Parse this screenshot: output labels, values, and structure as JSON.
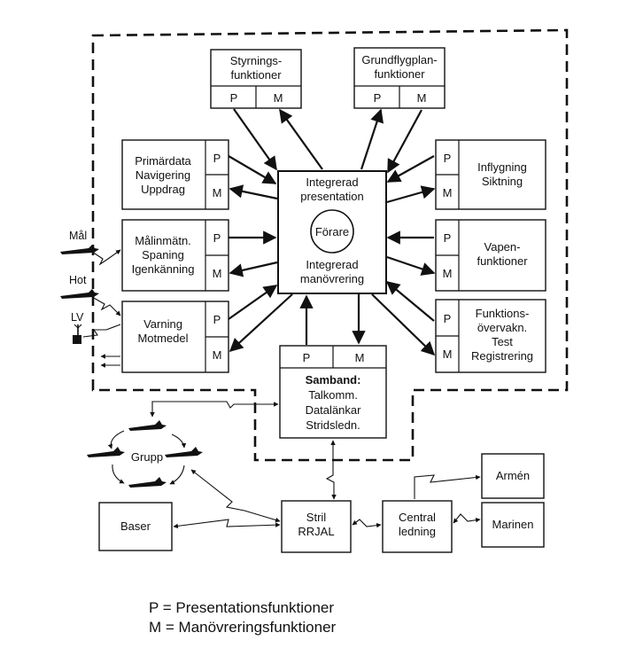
{
  "modules": {
    "styrning": [
      "Styrnings-",
      "funktioner"
    ],
    "grundflyg": [
      "Grundflygplan-",
      "funktioner"
    ],
    "primardata": [
      "Primärdata",
      "Navigering",
      "Uppdrag"
    ],
    "malinmatn": [
      "Målinmätn.",
      "Spaning",
      "Igenkänning"
    ],
    "varning": [
      "Varning",
      "Motmedel"
    ],
    "inflygning": [
      "Inflygning",
      "Siktning"
    ],
    "vapen": [
      "Vapen-",
      "funktioner"
    ],
    "funktions": [
      "Funktions-",
      "övervakn.",
      "Test",
      "Registrering"
    ]
  },
  "center": {
    "top": [
      "Integrerad",
      "presentation"
    ],
    "pilot": "Förare",
    "bottom": [
      "Integrerad",
      "manövrering"
    ]
  },
  "samband": {
    "title": "Samband:",
    "lines": [
      "Talkomm.",
      "Datalänkar",
      "Stridsledn."
    ]
  },
  "pm": {
    "p": "P",
    "m": "M"
  },
  "external": {
    "mal": "Mål",
    "hot": "Hot",
    "lv": "LV",
    "grupp": "Grupp",
    "baser": "Baser",
    "stril": [
      "Stril",
      "RRJAL"
    ],
    "central": [
      "Central",
      "ledning"
    ],
    "armen": "Armén",
    "marinen": "Marinen"
  },
  "legend": {
    "p": "P = Presentationsfunktioner",
    "m": "M = Manövreringsfunktioner"
  }
}
